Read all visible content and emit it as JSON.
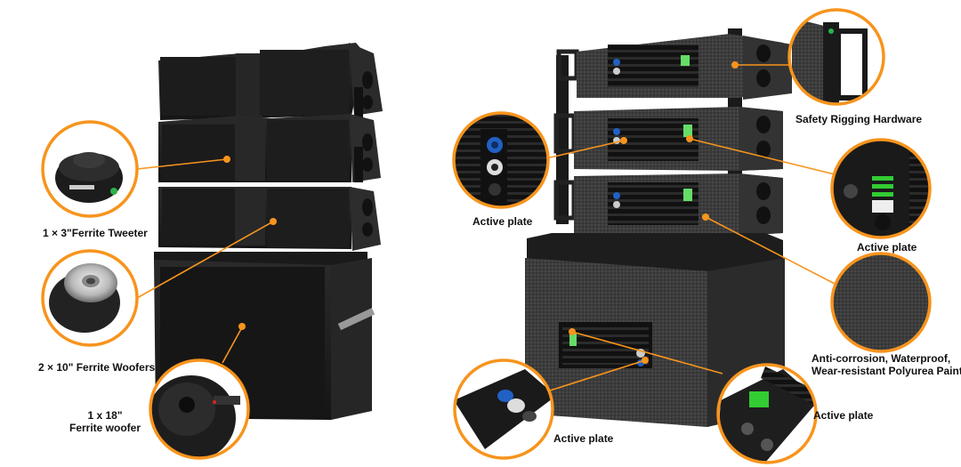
{
  "accent_color": "#f7941d",
  "left_system": {
    "name": "passive line array stack",
    "callouts": [
      {
        "id": "tweeter",
        "label": "1 × 3\"Ferrite Tweeter",
        "icon": "compression-driver-icon"
      },
      {
        "id": "woofers",
        "label": "2 × 10\" Ferrite Woofers",
        "icon": "woofer-driver-icon"
      },
      {
        "id": "sub",
        "label_line1": "1 x 18\"",
        "label_line2": "Ferrite woofer",
        "icon": "subwoofer-driver-icon"
      }
    ]
  },
  "right_system": {
    "name": "active line array stack",
    "callouts": [
      {
        "id": "rigging",
        "label": "Safety Rigging Hardware",
        "icon": "rigging-hardware-icon"
      },
      {
        "id": "active_plate_power",
        "label": "Active plate",
        "icon": "power-connector-plate-icon"
      },
      {
        "id": "active_plate_dsp",
        "label": "Active plate",
        "icon": "dsp-control-plate-icon"
      },
      {
        "id": "paint",
        "label_line1": "Anti-corrosion, Waterproof,",
        "label_line2": "Wear-resistant Polyurea Paint",
        "icon": "textured-paint-icon"
      },
      {
        "id": "sub_plate_power",
        "label": "Active plate",
        "icon": "sub-power-plate-icon"
      },
      {
        "id": "sub_plate_dsp",
        "label": "Active plate",
        "icon": "sub-dsp-plate-icon"
      }
    ]
  }
}
